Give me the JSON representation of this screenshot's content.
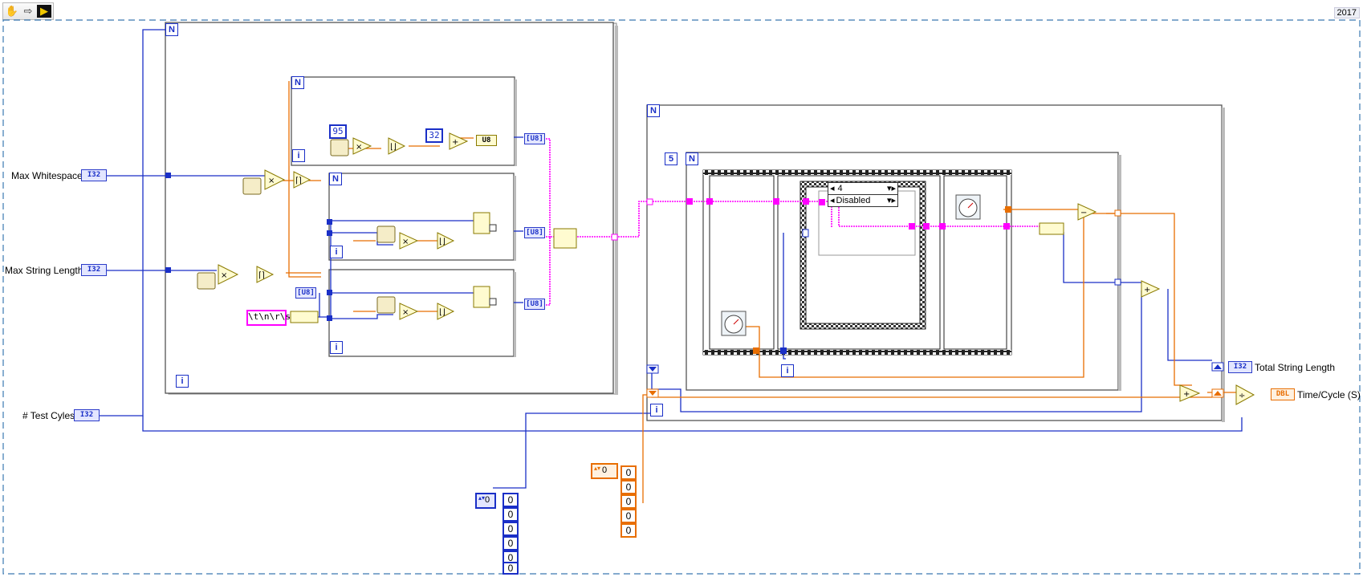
{
  "toolbar": {
    "tools": [
      "hand-icon",
      "arrow-icon",
      "highlight-execution-icon"
    ]
  },
  "version_badge": "2017",
  "controls": {
    "max_whitespace": {
      "label": "Max Whitespace",
      "type": "I32"
    },
    "max_string_length": {
      "label": "Max String Length",
      "type": "I32"
    },
    "test_cycles": {
      "label": "# Test Cyles",
      "type": "I32"
    }
  },
  "indicators": {
    "total_string_length": {
      "label": "Total String Length",
      "type": "I32"
    },
    "time_per_cycle": {
      "label": "Time/Cycle (S)",
      "type": "DBL"
    }
  },
  "loops": {
    "outer_n": "N",
    "loop_i": "i",
    "inner_top_n": "N",
    "inner_mid_n": "N",
    "inner_bot_n": "N",
    "right_n": "N",
    "timing_count": "5",
    "timing_n": "N"
  },
  "constants": {
    "char_range": "95",
    "char_offset": "32",
    "u8_label": "U8",
    "whitespace_chars": "\\t\\n\\r\\s",
    "case_value": "4",
    "diagram_disable": "Disabled",
    "shift_reg_blue_init": "0",
    "shift_reg_orange_init": "0"
  },
  "arrays": {
    "blue_index": "0",
    "blue_values": [
      "0",
      "0",
      "0",
      "0",
      "0",
      "0"
    ],
    "orange_index": "0",
    "orange_values": [
      "0",
      "0",
      "0",
      "0",
      "0"
    ]
  },
  "terminals": {
    "u8_array": "[U8]",
    "u8_small": "[U8]",
    "i32": "I32",
    "dbl": "DBL"
  },
  "colors": {
    "integer_wire": "#1a2fc7",
    "float_wire": "#e86e00",
    "string_wire": "#ff00ff",
    "frame_border": "#444444"
  }
}
